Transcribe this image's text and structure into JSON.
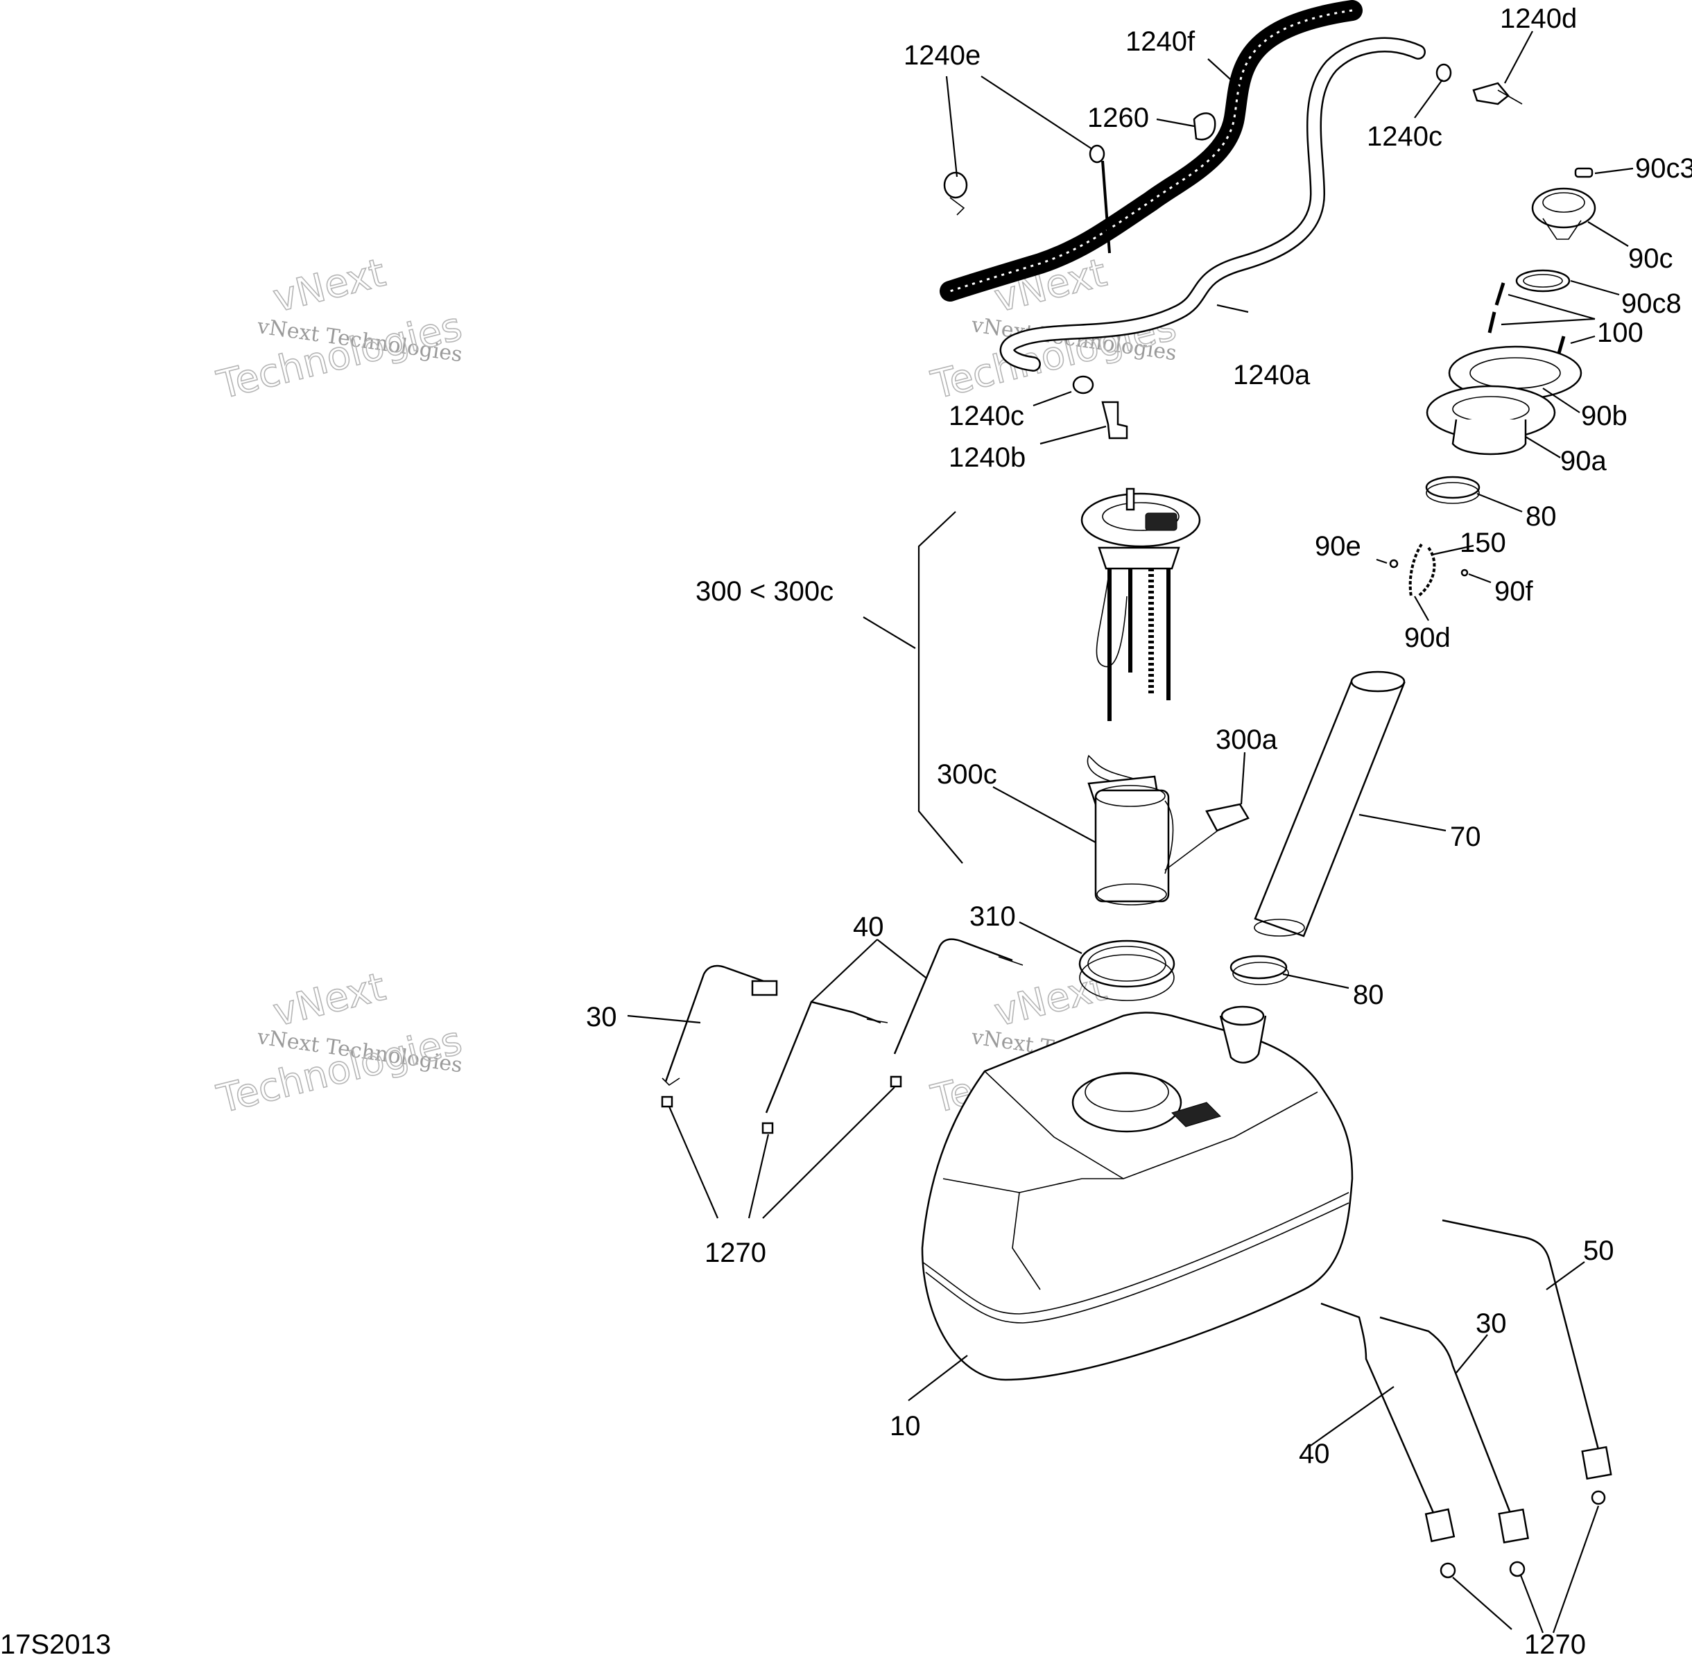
{
  "figure_code": "17S2013",
  "watermark": {
    "line1": "vNext",
    "line2": "vNext Technologies",
    "line3": "Technologies"
  },
  "callouts": {
    "p1240e": "1240e",
    "p1240f": "1240f",
    "p1240d": "1240d",
    "p1260": "1260",
    "p1240c_top": "1240c",
    "p90c3": "90c3",
    "p90c": "90c",
    "p90c8": "90c8",
    "p100": "100",
    "p1240a": "1240a",
    "p90b": "90b",
    "p1240c_mid": "1240c",
    "p90a": "90a",
    "p1240b": "1240b",
    "p80_top": "80",
    "p150": "150",
    "p90e": "90e",
    "p90f": "90f",
    "p300": "300 < 300c",
    "p90d": "90d",
    "p300a": "300a",
    "p300c": "300c",
    "p70": "70",
    "p40_left": "40",
    "p310": "310",
    "p30_left": "30",
    "p80_mid": "80",
    "p1270_left": "1270",
    "p50": "50",
    "p30_right": "30",
    "p10": "10",
    "p40_right": "40",
    "p1270_right": "1270"
  }
}
